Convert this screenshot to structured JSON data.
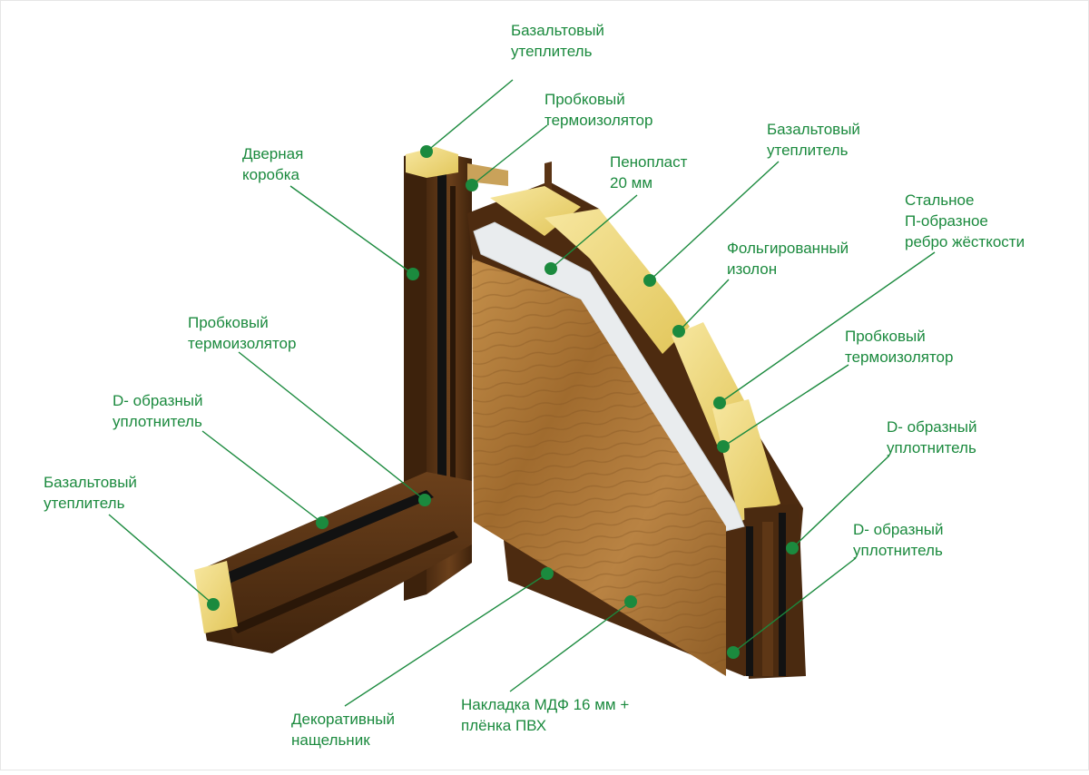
{
  "colors": {
    "label": "#1b8a3e",
    "leader": "#1b8a3e",
    "frame_brown": "#5a3415",
    "frame_brown_dark": "#3d220c",
    "veneer": "#b07c3a",
    "insulation": "#f1dd7d",
    "foam": "#e9ecee",
    "seal": "#111111"
  },
  "labels": [
    {
      "id": "basalt-top",
      "lines": [
        "Базальтовый",
        "утеплитель"
      ]
    },
    {
      "id": "cork-top",
      "lines": [
        "Пробковый",
        "термоизолятор"
      ]
    },
    {
      "id": "door-frame",
      "lines": [
        "Дверная",
        "коробка"
      ]
    },
    {
      "id": "foam",
      "lines": [
        "Пенопласт",
        "20 мм"
      ]
    },
    {
      "id": "basalt-right",
      "lines": [
        "Базальтовый",
        "утеплитель"
      ]
    },
    {
      "id": "steel-rib",
      "lines": [
        "Стальное",
        "П-образное",
        "ребро жёсткости"
      ]
    },
    {
      "id": "foil-izolon",
      "lines": [
        "Фольгированный",
        "изолон"
      ]
    },
    {
      "id": "cork-right",
      "lines": [
        "Пробковый",
        "термоизолятор"
      ]
    },
    {
      "id": "cork-left",
      "lines": [
        "Пробковый",
        "термоизолятор"
      ]
    },
    {
      "id": "d-seal-left",
      "lines": [
        "D- образный",
        "уплотнитель"
      ]
    },
    {
      "id": "d-seal-right-1",
      "lines": [
        "D- образный",
        "уплотнитель"
      ]
    },
    {
      "id": "basalt-left",
      "lines": [
        "Базальтовый",
        "утеплитель"
      ]
    },
    {
      "id": "d-seal-right-2",
      "lines": [
        "D- образный",
        "уплотнитель"
      ]
    },
    {
      "id": "trim",
      "lines": [
        "Декоративный",
        "нащельник"
      ]
    },
    {
      "id": "mdf",
      "lines": [
        "Накладка МДФ 16 мм +",
        "плёнка ПВХ"
      ]
    }
  ]
}
